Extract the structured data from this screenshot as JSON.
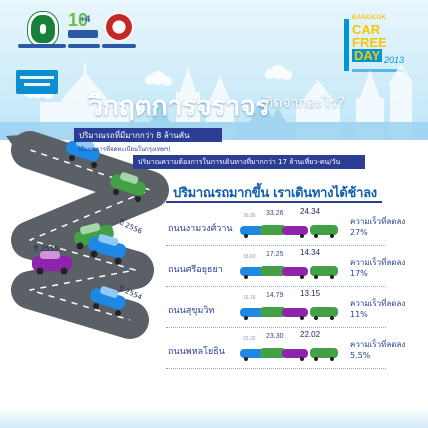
{
  "header": {
    "title": "วิกฤตการจราจร",
    "subtitle": "เกิดจากอะไร?",
    "event_logo": {
      "line1": "CAR",
      "line2": "FREE",
      "line3": "DAY",
      "year": "2013"
    }
  },
  "callouts": {
    "cars": "ปริมาณรถที่มีมากกว่า 8 ล้านคัน",
    "cars_note": "(มีแผนการที่จดทะเบียนในกรุงเทพฯ)",
    "demand": "ปริมาณความต้องการในการเดินทางที่มากกว่า 17 ล้านเที่ยว-คน/วัน"
  },
  "section": {
    "heading": "ปริมาณรถมากขึ้น เราเดินทางได้ช้าลง",
    "speed_label": "ความเร็วที่ลดลง"
  },
  "road_years": [
    "ปี 2556",
    "ปี 2555",
    "ปี 2554"
  ],
  "roads": [
    {
      "name": "ถนนงามวงศ์วาน",
      "v1": "36.95",
      "v2": "33.26",
      "v3": "24.34",
      "reduction": "27%"
    },
    {
      "name": "ถนนศรีอยุธยา",
      "v1": "18.60",
      "v2": "17.25",
      "v3": "14.34",
      "reduction": "17%"
    },
    {
      "name": "ถนนสุขุมวิท",
      "v1": "16.16",
      "v2": "14.79",
      "v3": "13.15",
      "reduction": "11%"
    },
    {
      "name": "ถนนพหลโยธิน",
      "v1": "25.32",
      "v2": "23.30",
      "v3": "22.02",
      "reduction": "5.5%"
    }
  ],
  "colors": {
    "sky": "#bfe6f8",
    "title_blue": "#0f5fae",
    "callout_navy": "#2b3e94",
    "road": "#5b5f66",
    "car_blue": "#1e88e5",
    "car_green": "#43a047",
    "car_purple": "#8e24aa",
    "accent_yellow": "#f7c600"
  }
}
